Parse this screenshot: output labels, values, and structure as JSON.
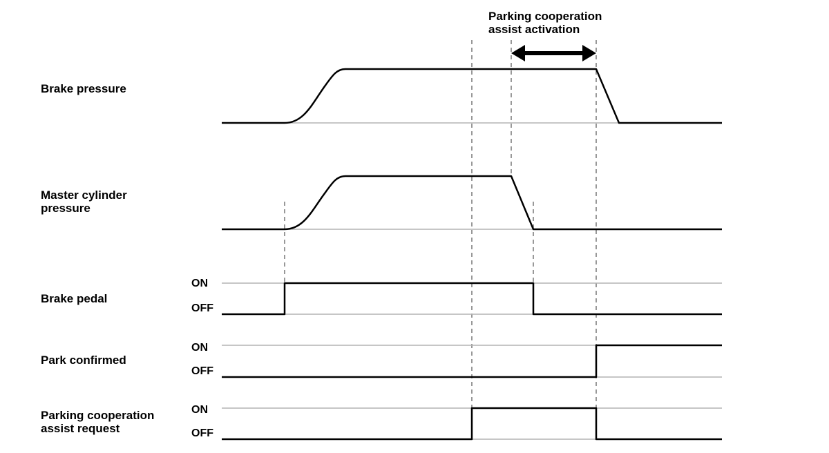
{
  "annotation": {
    "line1": "Parking cooperation",
    "line2": "assist activation"
  },
  "rows": {
    "brake_pressure": {
      "label": "Brake pressure"
    },
    "master_cylinder": {
      "line1": "Master cylinder",
      "line2": "pressure"
    },
    "brake_pedal": {
      "label": "Brake pedal",
      "on": "ON",
      "off": "OFF"
    },
    "park_confirmed": {
      "label": "Park confirmed",
      "on": "ON",
      "off": "OFF"
    },
    "assist_request": {
      "line1": "Parking cooperation",
      "line2": "assist request",
      "on": "ON",
      "off": "OFF"
    }
  },
  "colors": {
    "signal": "#000000",
    "baseline": "#b4b4b4",
    "guide": "#555555"
  }
}
